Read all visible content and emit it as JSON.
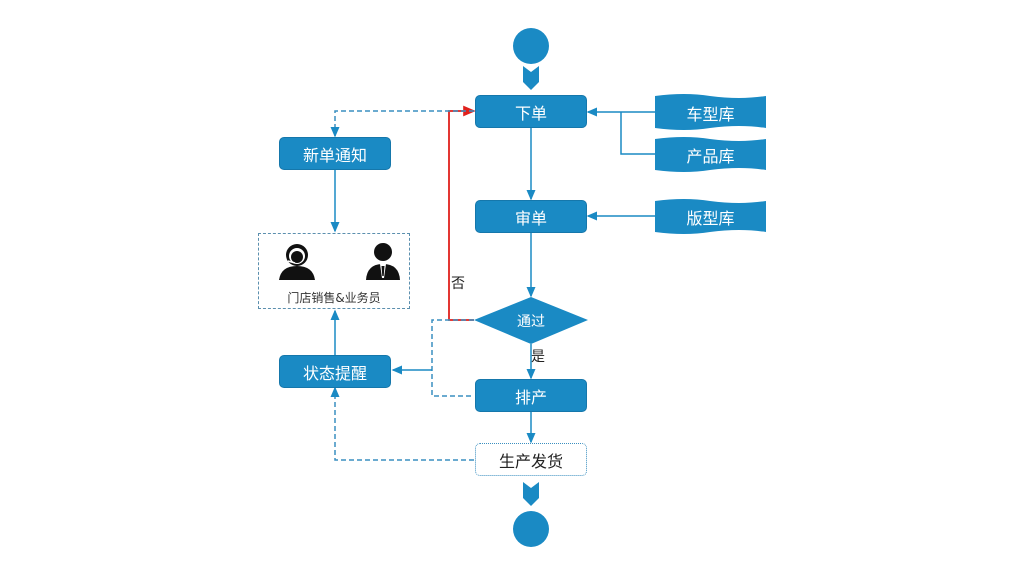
{
  "diagram": {
    "colors": {
      "primary": "#1a8ac4",
      "reject": "#e0201c",
      "dashed": "#3a8fc0"
    },
    "nodes": {
      "place_order": "下单",
      "review_order": "审单",
      "decision": "通过",
      "schedule": "排产",
      "produce_ship": "生产发货",
      "new_order_notice": "新单通知",
      "status_reminder": "状态提醒",
      "actors_caption": "门店销售&业务员",
      "db_car_model": "车型库",
      "db_product": "产品库",
      "db_plate": "版型库"
    },
    "edge_labels": {
      "no": "否",
      "yes": "是"
    },
    "icons": [
      "customer-service-agent-icon",
      "salesman-icon"
    ]
  }
}
